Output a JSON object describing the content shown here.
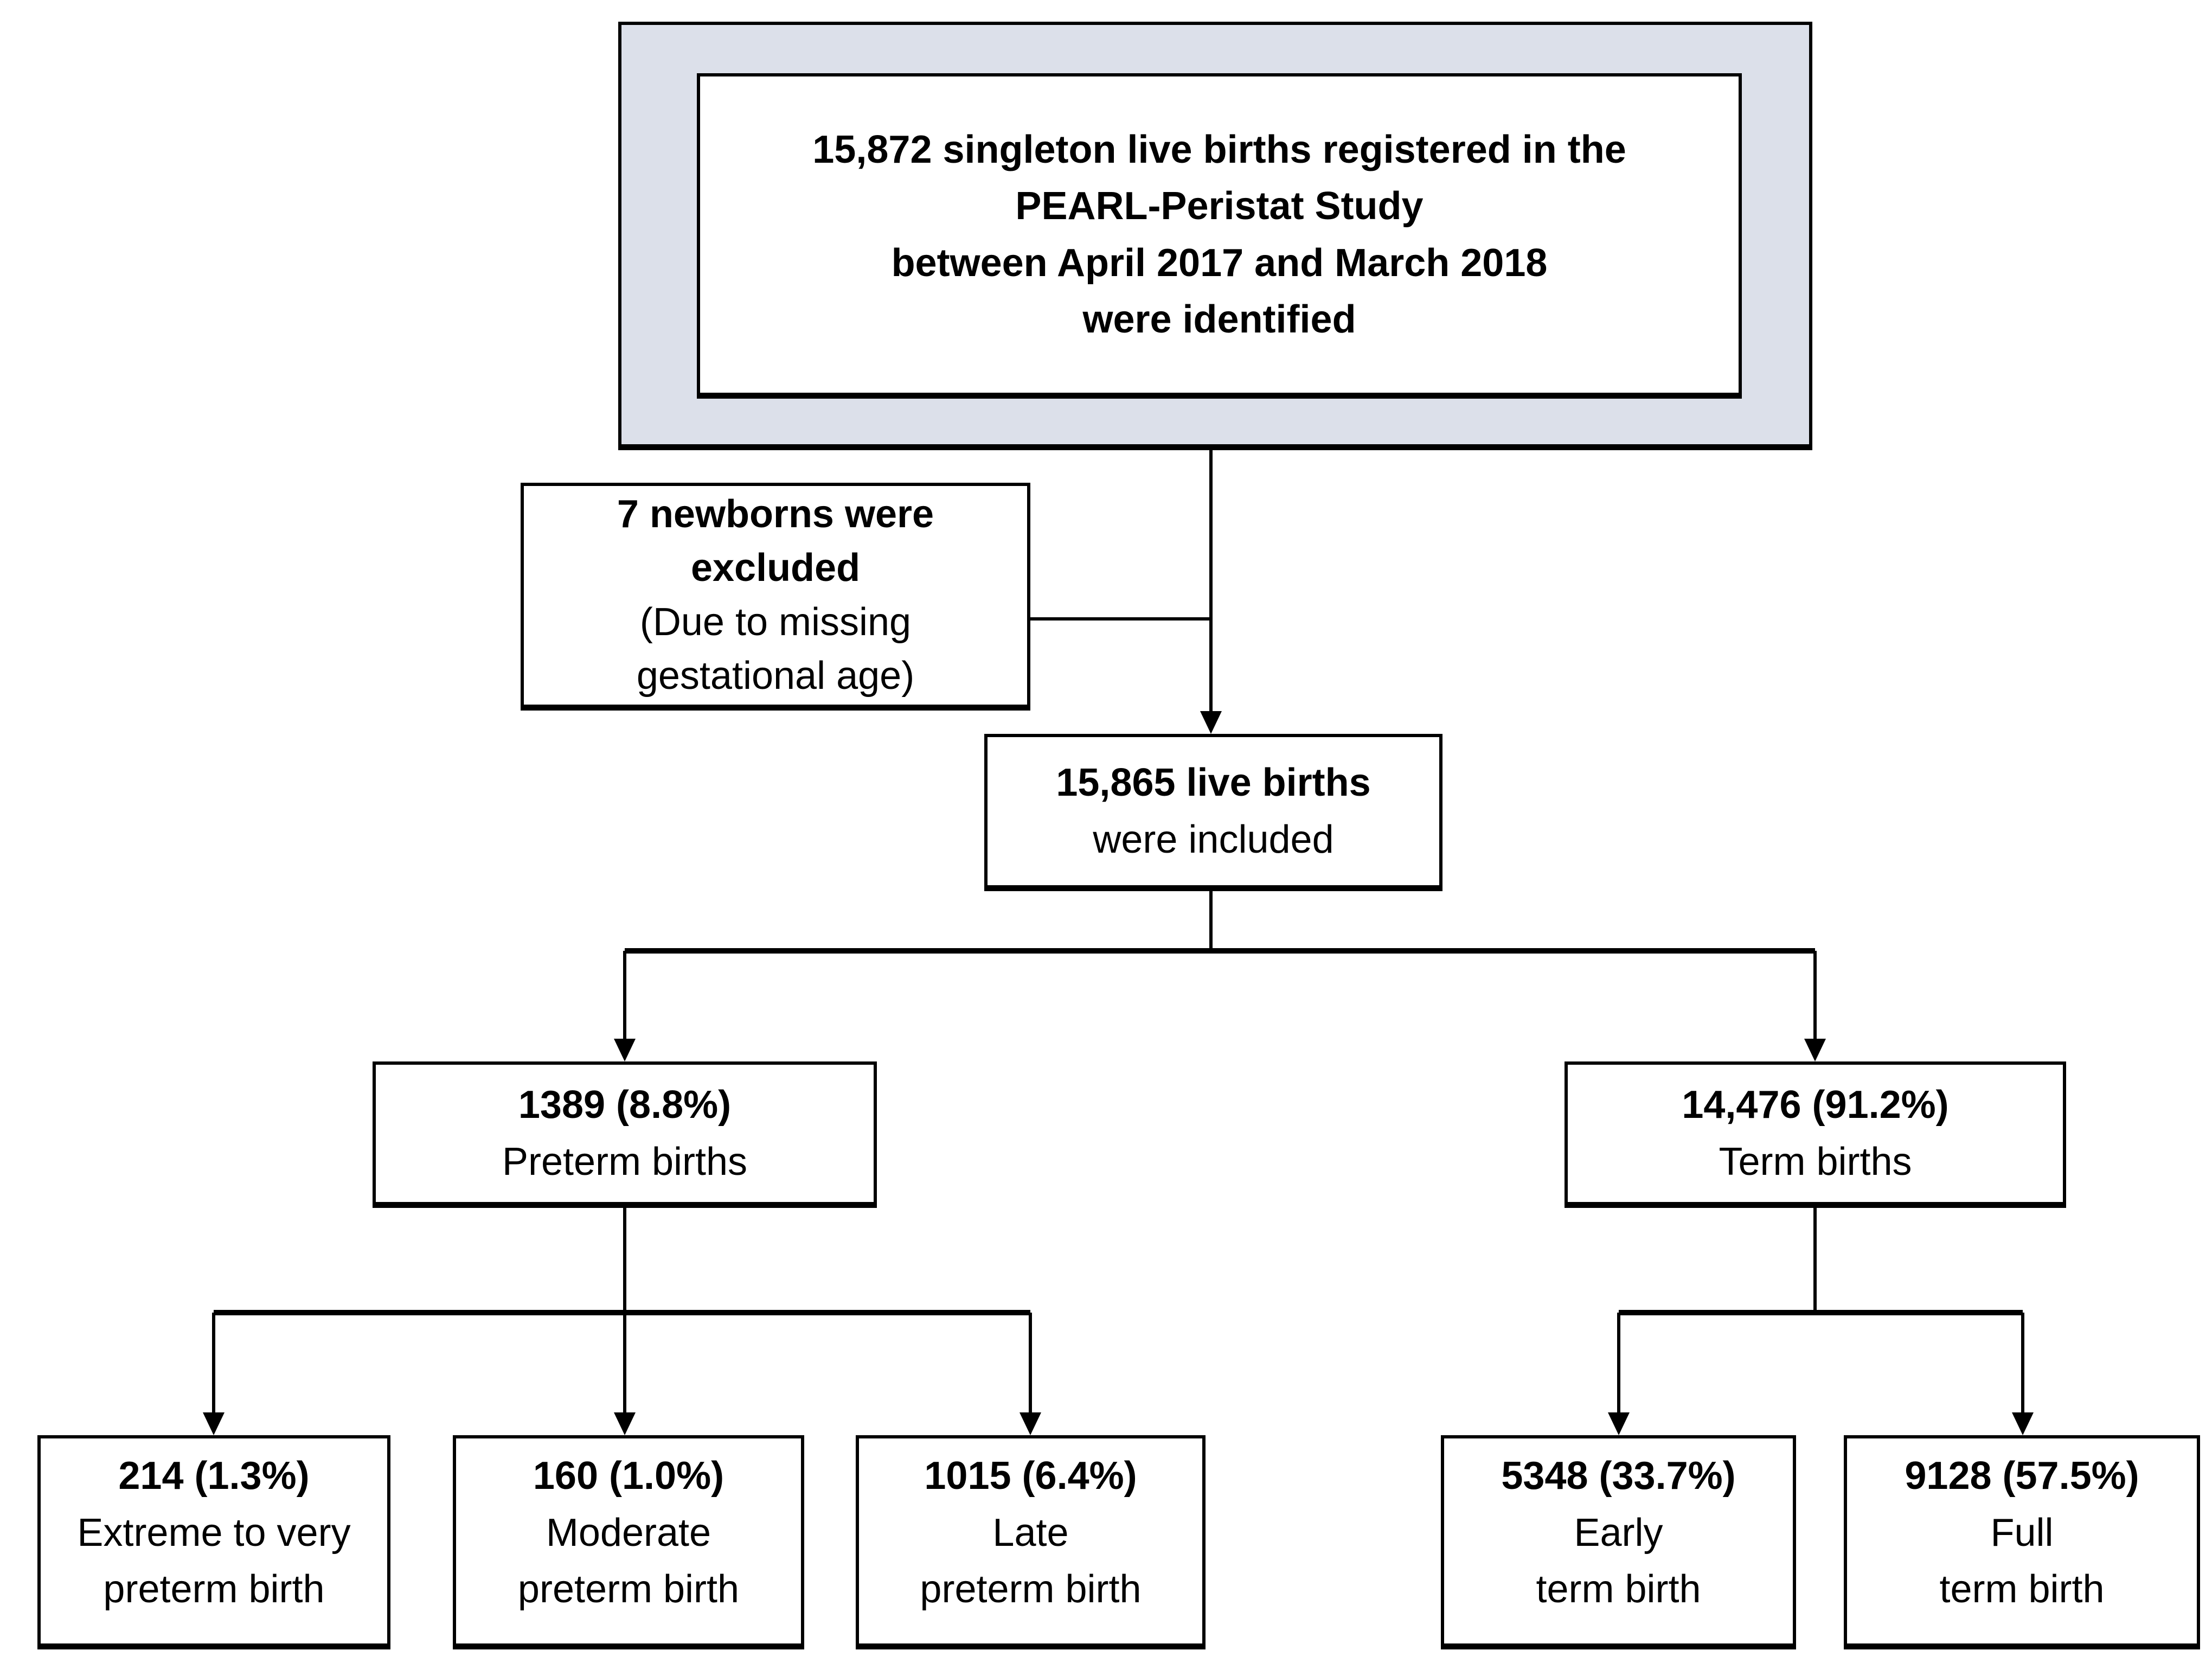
{
  "diagram": {
    "title_box": {
      "count": "15,872",
      "line1_rest": " singleton live births registered in the",
      "line2": "PEARL-Peristat Study",
      "line3": "between April 2017 and March 2018",
      "line4": "were identified"
    },
    "exclusion_box": {
      "line1": "7 newborns were",
      "line2": "excluded",
      "line3": "(Due to missing",
      "line4": "gestational age)"
    },
    "included_box": {
      "line1": "15,865 live births",
      "line2": "were included"
    },
    "preterm_box": {
      "value": "1389 (8.8%)",
      "label": "Preterm births"
    },
    "term_box": {
      "value": "14,476 (91.2%)",
      "label": "Term births"
    },
    "leaf_boxes": [
      {
        "value": "214 (1.3%)",
        "label_line1": "Extreme to very",
        "label_line2": "preterm birth"
      },
      {
        "value": "160 (1.0%)",
        "label_line1": "Moderate",
        "label_line2": "preterm birth"
      },
      {
        "value": "1015 (6.4%)",
        "label_line1": "Late",
        "label_line2": "preterm birth"
      },
      {
        "value": "5348 (33.7%)",
        "label_line1": "Early",
        "label_line2": "term birth"
      },
      {
        "value": "9128 (57.5%)",
        "label_line1": "Full",
        "label_line2": "term birth"
      }
    ],
    "colors": {
      "outer_fill": "#dce0ea",
      "line": "#000000",
      "box_fill": "#ffffff"
    }
  }
}
